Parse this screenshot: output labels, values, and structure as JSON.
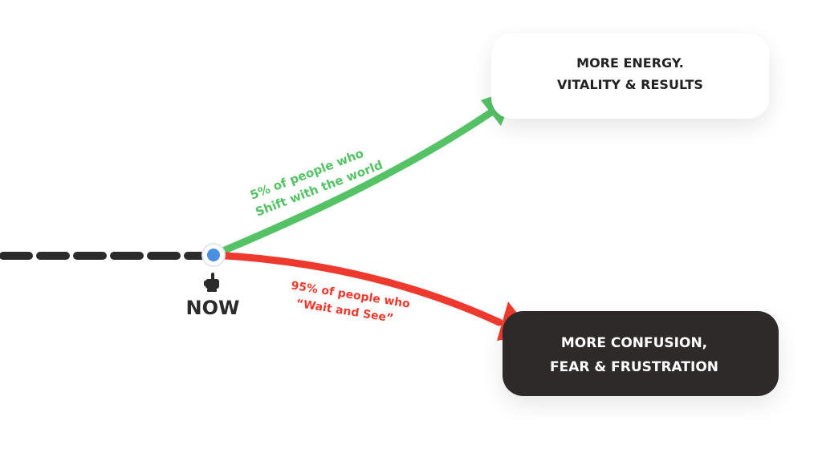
{
  "now_marker": {
    "label": "NOW",
    "icon": "pointing-hand-icon",
    "dot_color": "#4a90e2"
  },
  "timeline": {
    "color": "#2b2b2b"
  },
  "shift_path": {
    "color": "#55c266",
    "label_line1": "5% of people who",
    "label_line2": "Shift with the world"
  },
  "wait_path": {
    "color": "#ee3a2e",
    "label_line1": "95% of people who",
    "label_line2": "“Wait and See”"
  },
  "top_box": {
    "line1": "MORE ENERGY.",
    "line2": "VITALITY & RESULTS",
    "background": "#ffffff",
    "text_color": "#222222"
  },
  "bottom_box": {
    "line1": "MORE CONFUSION,",
    "line2": "FEAR & FRUSTRATION",
    "background": "#2e2929",
    "text_color": "#ffffff"
  }
}
